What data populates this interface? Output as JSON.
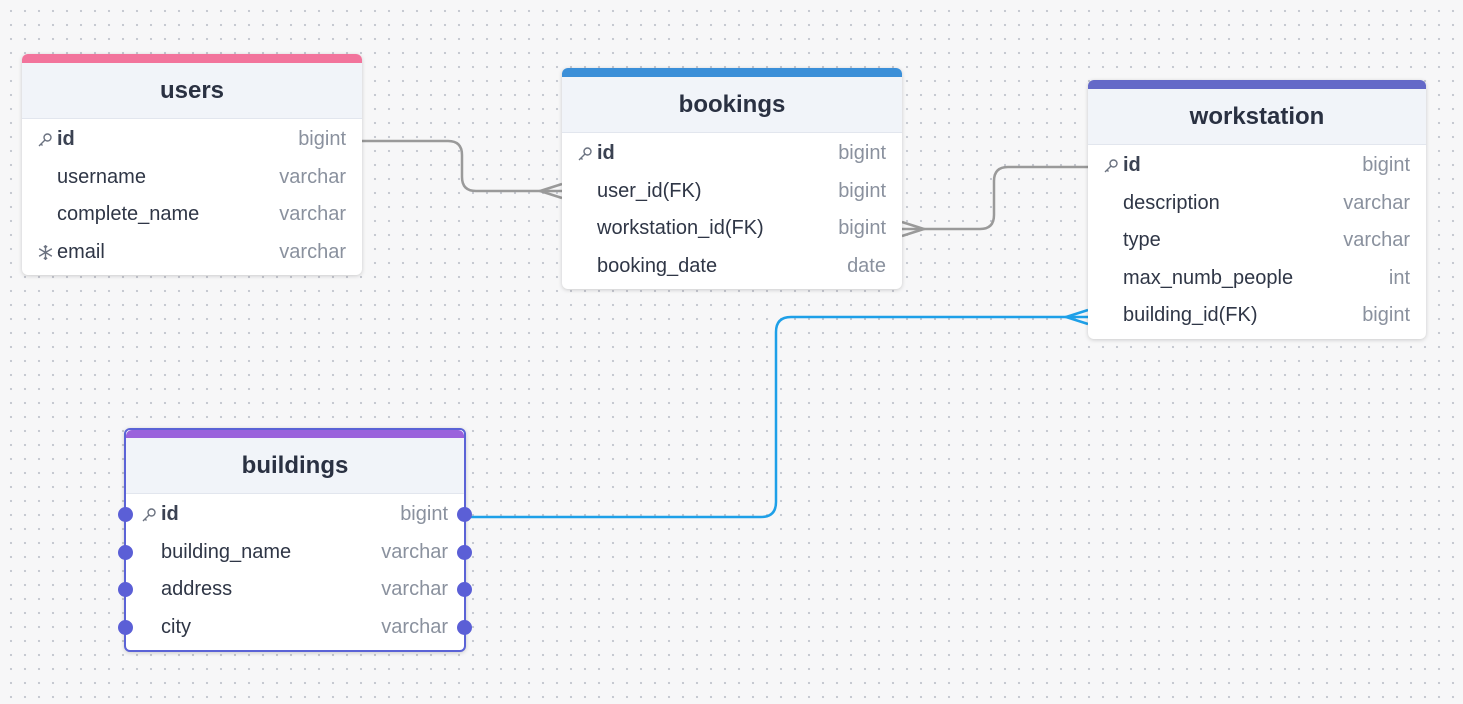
{
  "colors": {
    "users": "#f2749c",
    "bookings": "#3b8fd8",
    "workstation": "#6469c8",
    "buildings": "#9a62dc",
    "edge_gray": "#9a9a9a",
    "edge_blue": "#1ea0e8",
    "handle": "#5b5fd6"
  },
  "tables": {
    "users": {
      "title": "users",
      "rows": [
        {
          "name": "id",
          "type": "bigint",
          "icon": "key-icon"
        },
        {
          "name": "username",
          "type": "varchar",
          "icon": ""
        },
        {
          "name": "complete_name",
          "type": "varchar",
          "icon": ""
        },
        {
          "name": "email",
          "type": "varchar",
          "icon": "unique-icon"
        }
      ]
    },
    "bookings": {
      "title": "bookings",
      "rows": [
        {
          "name": "id",
          "type": "bigint",
          "icon": "key-icon"
        },
        {
          "name": "user_id(FK)",
          "type": "bigint",
          "icon": ""
        },
        {
          "name": "workstation_id(FK)",
          "type": "bigint",
          "icon": ""
        },
        {
          "name": "booking_date",
          "type": "date",
          "icon": ""
        }
      ]
    },
    "workstation": {
      "title": "workstation",
      "rows": [
        {
          "name": "id",
          "type": "bigint",
          "icon": "key-icon"
        },
        {
          "name": "description",
          "type": "varchar",
          "icon": ""
        },
        {
          "name": "type",
          "type": "varchar",
          "icon": ""
        },
        {
          "name": "max_numb_people",
          "type": "int",
          "icon": ""
        },
        {
          "name": "building_id(FK)",
          "type": "bigint",
          "icon": ""
        }
      ]
    },
    "buildings": {
      "title": "buildings",
      "rows": [
        {
          "name": "id",
          "type": "bigint",
          "icon": "key-icon"
        },
        {
          "name": "building_name",
          "type": "varchar",
          "icon": ""
        },
        {
          "name": "address",
          "type": "varchar",
          "icon": ""
        },
        {
          "name": "city",
          "type": "varchar",
          "icon": ""
        }
      ]
    }
  }
}
